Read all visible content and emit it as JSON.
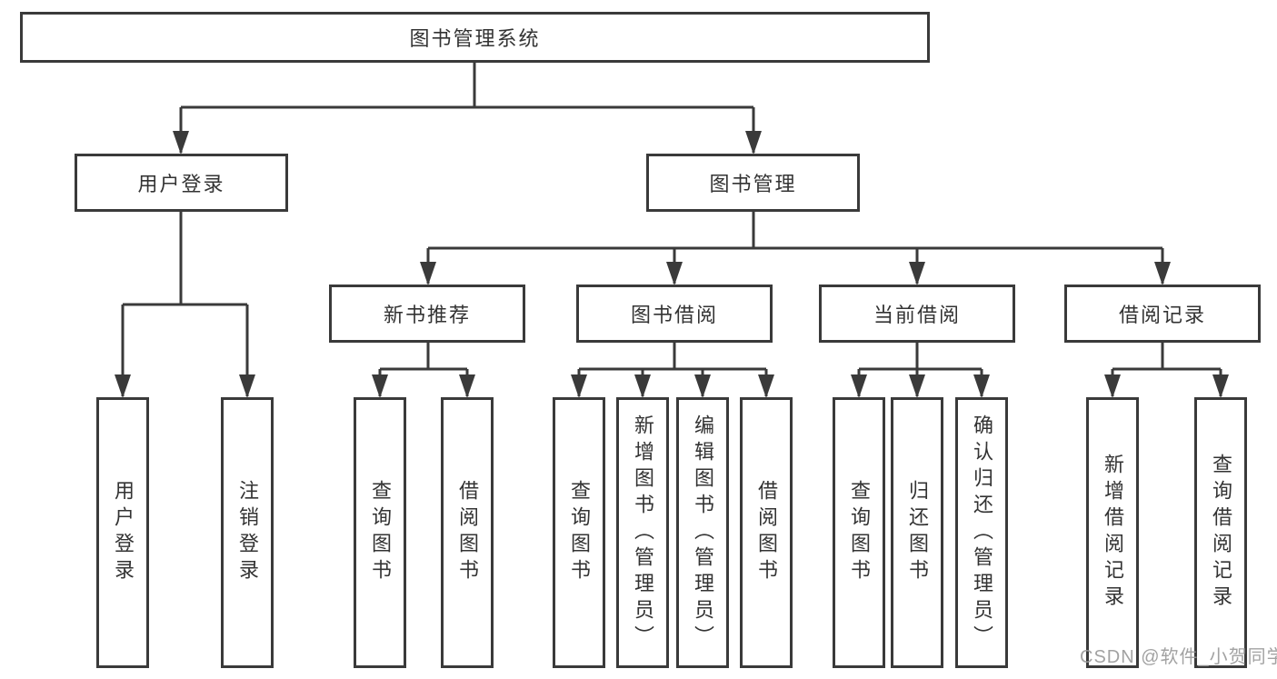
{
  "diagram": {
    "root": {
      "label": "图书管理系统"
    },
    "user_login": {
      "label": "用户登录",
      "children": [
        {
          "label": "用户登录"
        },
        {
          "label": "注销登录"
        }
      ]
    },
    "book_mgmt": {
      "label": "图书管理",
      "sections": [
        {
          "label": "新书推荐",
          "children": [
            {
              "label": "查询图书"
            },
            {
              "label": "借阅图书"
            }
          ]
        },
        {
          "label": "图书借阅",
          "children": [
            {
              "label": "查询图书"
            },
            {
              "label": "新增图书（管理员）"
            },
            {
              "label": "编辑图书（管理员）"
            },
            {
              "label": "借阅图书"
            }
          ]
        },
        {
          "label": "当前借阅",
          "children": [
            {
              "label": "查询图书"
            },
            {
              "label": "归还图书"
            },
            {
              "label": "确认归还（管理员）"
            }
          ]
        },
        {
          "label": "借阅记录",
          "children": [
            {
              "label": "新增借阅记录"
            },
            {
              "label": "查询借阅记录"
            }
          ]
        }
      ]
    },
    "colors": {
      "line": "#3a3a3a",
      "text": "#333333",
      "background": "#ffffff",
      "watermark": "#989898"
    }
  },
  "watermark": {
    "text": "CSDN @软件_小贺同学"
  }
}
